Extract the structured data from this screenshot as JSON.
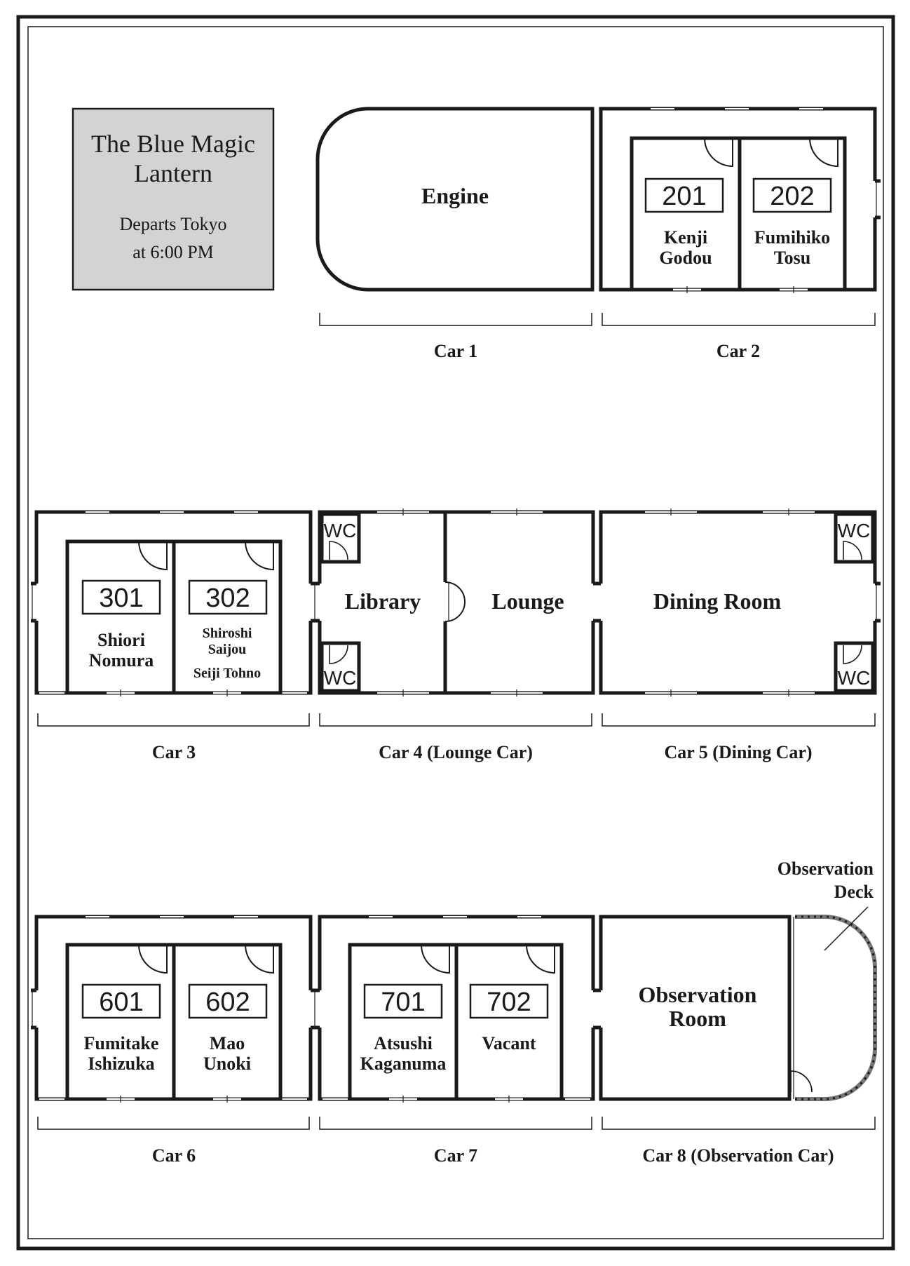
{
  "title_box": {
    "title_line1": "The Blue Magic",
    "title_line2": "Lantern",
    "sub_line1": "Departs Tokyo",
    "sub_line2": "at 6:00 PM"
  },
  "car_labels": {
    "car1": "Car 1",
    "car2": "Car 2",
    "car3": "Car 3",
    "car4": "Car 4 (Lounge Car)",
    "car5": "Car 5 (Dining Car)",
    "car6": "Car 6",
    "car7": "Car 7",
    "car8": "Car 8 (Observation Car)"
  },
  "rooms": {
    "engine": "Engine",
    "library": "Library",
    "lounge": "Lounge",
    "dining": "Dining Room",
    "observation_room_line1": "Observation",
    "observation_room_line2": "Room",
    "observation_deck_line1": "Observation",
    "observation_deck_line2": "Deck",
    "wc": "WC"
  },
  "compartments": {
    "c201": {
      "number": "201",
      "line1": "Kenji",
      "line2": "Godou"
    },
    "c202": {
      "number": "202",
      "line1": "Fumihiko",
      "line2": "Tosu"
    },
    "c301": {
      "number": "301",
      "line1": "Shiori",
      "line2": "Nomura"
    },
    "c302": {
      "number": "302",
      "line1": "Shiroshi",
      "line2": "Saijou",
      "line3": "Seiji Tohno"
    },
    "c601": {
      "number": "601",
      "line1": "Fumitake",
      "line2": "Ishizuka"
    },
    "c602": {
      "number": "602",
      "line1": "Mao",
      "line2": "Unoki"
    },
    "c701": {
      "number": "701",
      "line1": "Atsushi",
      "line2": "Kaganuma"
    },
    "c702": {
      "number": "702",
      "line1": "Vacant"
    }
  },
  "colors": {
    "line": "#1a1a1a",
    "title_box_fill": "#d3d3d3",
    "deck_rail": "#777777"
  }
}
